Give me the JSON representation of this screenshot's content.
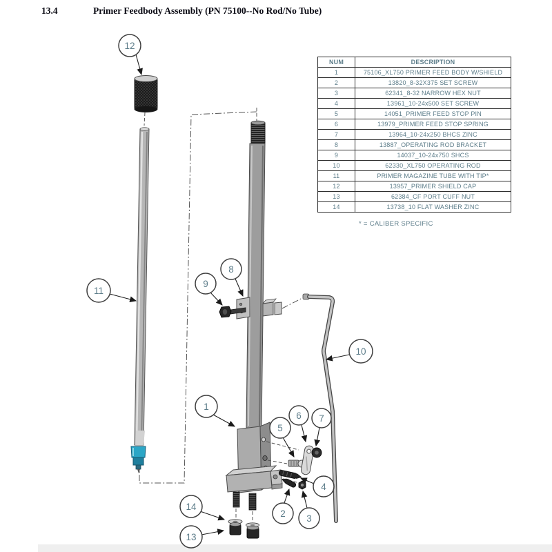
{
  "page": {
    "section_number": "13.4",
    "title": "Primer Feedbody Assembly (PN 75100--No Rod/No Tube)"
  },
  "parts_table": {
    "columns": [
      "NUM",
      "DESCRIPTION"
    ],
    "rows": [
      {
        "num": "1",
        "description": "75106_XL750 PRIMER FEED BODY W/SHIELD"
      },
      {
        "num": "2",
        "description": "13820_8-32X375 SET SCREW"
      },
      {
        "num": "3",
        "description": "62341_8-32 NARROW HEX NUT"
      },
      {
        "num": "4",
        "description": "13961_10-24x500 SET SCREW"
      },
      {
        "num": "5",
        "description": "14051_PRIMER FEED STOP PIN"
      },
      {
        "num": "6",
        "description": "13979_PRIMER FEED STOP SPRING"
      },
      {
        "num": "7",
        "description": "13964_10-24x250 BHCS ZINC"
      },
      {
        "num": "8",
        "description": "13887_OPERATING ROD BRACKET"
      },
      {
        "num": "9",
        "description": "14037_10-24x750 SHCS"
      },
      {
        "num": "10",
        "description": "62330_XL750 OPERATING ROD"
      },
      {
        "num": "11",
        "description": "PRIMER MAGAZINE TUBE WITH TIP*"
      },
      {
        "num": "12",
        "description": "13957_PRIMER SHIELD CAP"
      },
      {
        "num": "13",
        "description": "62384_CF PORT CUFF NUT"
      },
      {
        "num": "14",
        "description": "13738_10 FLAT WASHER ZINC"
      }
    ],
    "footnote": "* = CALIBER SPECIFIC"
  },
  "diagram": {
    "callouts": [
      {
        "label": "1"
      },
      {
        "label": "2"
      },
      {
        "label": "3"
      },
      {
        "label": "4"
      },
      {
        "label": "5"
      },
      {
        "label": "6"
      },
      {
        "label": "7"
      },
      {
        "label": "8"
      },
      {
        "label": "9"
      },
      {
        "label": "10"
      },
      {
        "label": "11"
      },
      {
        "label": "12"
      },
      {
        "label": "13"
      },
      {
        "label": "14"
      }
    ],
    "colors": {
      "table_text": "#5d7d8a",
      "balloon_text": "#5d7d8a",
      "tube_tip_teal": "#2ba6c6",
      "metal_gray": "#a8a8a8",
      "dark_hardware": "#262626",
      "title_text": "#0b0b14"
    }
  }
}
